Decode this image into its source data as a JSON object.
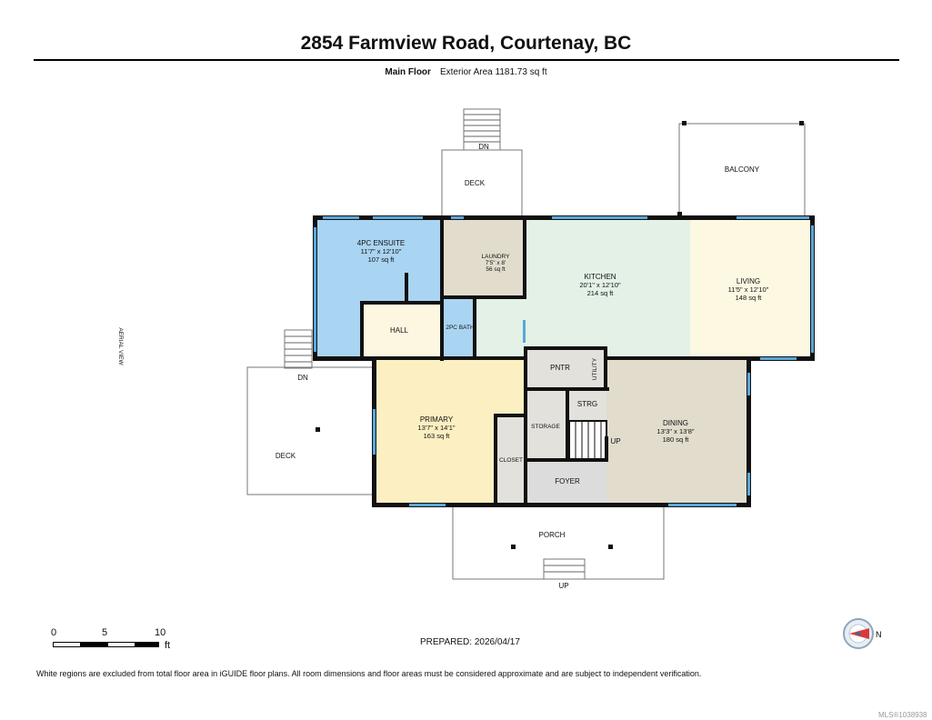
{
  "title": "2854 Farmview Road, Courtenay, BC",
  "floor_label": "Main Floor",
  "exterior_area": "Exterior Area 1181.73 sq ft",
  "rooms": {
    "ensuite": {
      "name": "4PC ENSUITE",
      "dims": "11'7\" x 12'10\"",
      "area": "107 sq ft"
    },
    "laundry": {
      "name": "LAUNDRY",
      "dims": "7'5\" x 8'",
      "area": "56 sq ft"
    },
    "kitchen": {
      "name": "KITCHEN",
      "dims": "20'1\" x 12'10\"",
      "area": "214 sq ft"
    },
    "living": {
      "name": "LIVING",
      "dims": "11'5\" x 12'10\"",
      "area": "148 sq ft"
    },
    "hall": {
      "name": "HALL"
    },
    "bath2": {
      "name": "2PC BATH"
    },
    "pntr": {
      "name": "PNTR"
    },
    "utility": {
      "name": "UTILITY"
    },
    "strg": {
      "name": "STRG"
    },
    "storage": {
      "name": "STORAGE"
    },
    "primary": {
      "name": "PRIMARY",
      "dims": "13'7\" x 14'1\"",
      "area": "163 sq ft"
    },
    "closet": {
      "name": "CLOSET"
    },
    "dining": {
      "name": "DINING",
      "dims": "13'3\" x 13'8\"",
      "area": "180 sq ft"
    },
    "foyer": {
      "name": "FOYER"
    },
    "deck_top": {
      "name": "DECK"
    },
    "deck_left": {
      "name": "DECK"
    },
    "balcony": {
      "name": "BALCONY"
    },
    "porch": {
      "name": "PORCH"
    }
  },
  "stair_labels": {
    "dn_top": "DN",
    "dn_left": "DN",
    "up_inner": "UP",
    "up_porch": "UP"
  },
  "aerial_view": "AERIAL VIEW",
  "scale": {
    "zero": "0",
    "five": "5",
    "ten": "10",
    "unit": "ft"
  },
  "prepared": "PREPARED: 2026/04/17",
  "compass_label": "N",
  "footnote": "White regions are excluded from total floor area in iGUIDE floor plans. All room dimensions and floor areas must be considered approximate and are subject to independent verification.",
  "mls": "MLS®1038938",
  "colors": {
    "ensuite": "#a9d4f2",
    "laundry": "#e2dccd",
    "kitchen": "#e3f1e6",
    "living": "#fcf8e2",
    "hall": "#fdf7e1",
    "bath2": "#a9d4f2",
    "pntr": "#e3e1dc",
    "storage": "#e3e1dc",
    "primary": "#fcefc2",
    "closet": "#e3e1dc",
    "dining": "#e2dccd",
    "foyer": "#dcdcdc",
    "window": "#5aa7d8"
  }
}
